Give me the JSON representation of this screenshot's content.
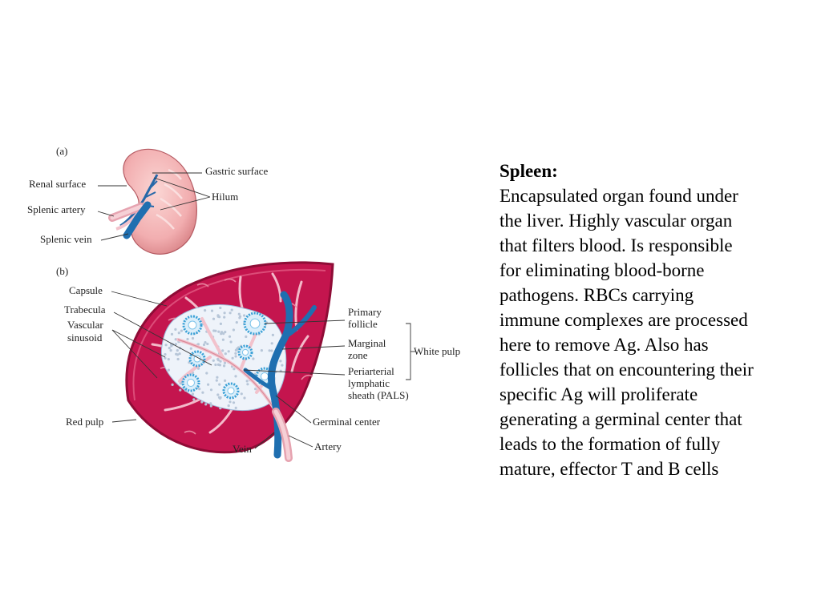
{
  "figure": {
    "panel_a": {
      "tag": "(a)",
      "labels": {
        "gastric_surface": "Gastric surface",
        "renal_surface": "Renal surface",
        "hilum": "Hilum",
        "splenic_artery": "Splenic artery",
        "splenic_vein": "Splenic vein"
      }
    },
    "panel_b": {
      "tag": "(b)",
      "labels": {
        "capsule": "Capsule",
        "trabecula": "Trabecula",
        "vascular_1": "Vascular",
        "vascular_2": "sinusoid",
        "primary_1": "Primary",
        "primary_2": "follicle",
        "marginal_1": "Marginal",
        "marginal_2": "zone",
        "white_pulp": "White pulp",
        "pals_1": "Periarterial",
        "pals_2": "lymphatic",
        "pals_3": "sheath (PALS)",
        "red_pulp": "Red pulp",
        "germinal_center": "Germinal center",
        "vein": "Vein",
        "artery": "Artery"
      }
    },
    "colors": {
      "red_pulp": "#c4154e",
      "capsule": "#a10f3d",
      "white_pulp": "#eef3fa",
      "follicle": "#39a0d6",
      "vein": "#1f6fb0",
      "artery": "#f2c2cc",
      "spleen_surface": "#f2aeb0"
    }
  },
  "text": {
    "title": "Spleen:",
    "lines": [
      "Encapsulated organ found under",
      "the liver.  Highly vascular organ",
      "that filters blood.  Is responsible",
      "for eliminating blood-borne",
      "pathogens.  RBCs carrying",
      "immune complexes are processed",
      "here to remove Ag.  Also has",
      "follicles that on encountering their",
      "specific Ag will proliferate",
      "generating a germinal center that",
      "leads to the formation of fully",
      "mature, effector T and B cells"
    ]
  }
}
